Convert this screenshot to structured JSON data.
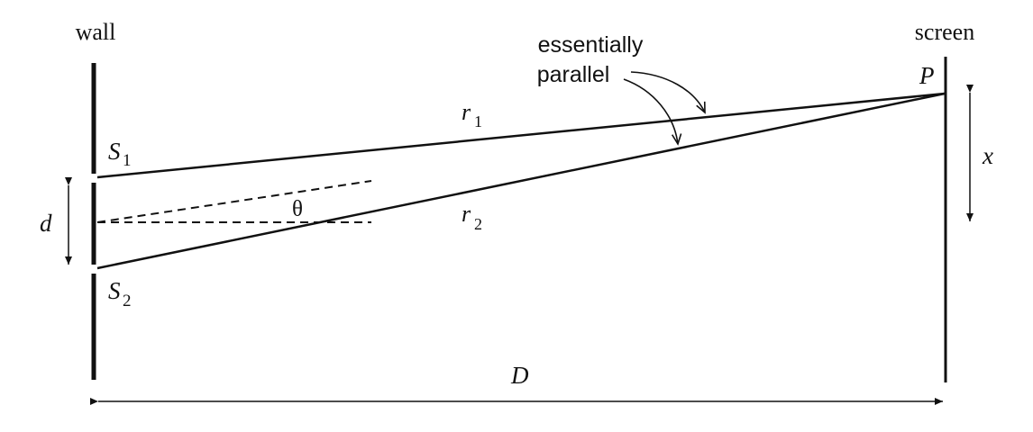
{
  "labels": {
    "wall": "wall",
    "screen": "screen",
    "essentially": "essentially",
    "parallel": "parallel",
    "point_p": "P",
    "x": "x",
    "r1": "r",
    "r1_sub": "1",
    "r2": "r",
    "r2_sub": "2",
    "s1": "S",
    "s1_sub": "1",
    "s2": "S",
    "s2_sub": "2",
    "d": "d",
    "theta": "θ",
    "D": "D"
  }
}
